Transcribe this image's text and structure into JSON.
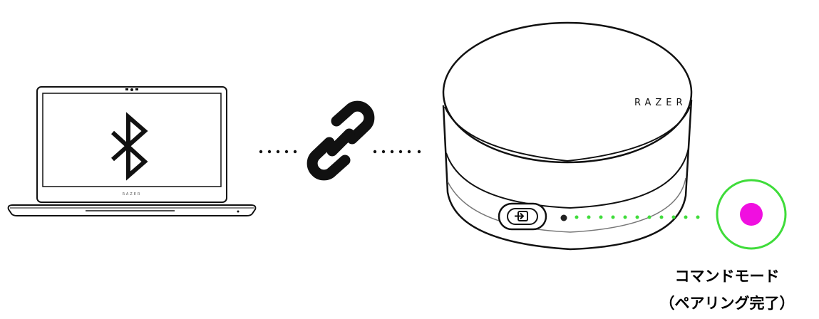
{
  "device": {
    "brand_text": "RAZER"
  },
  "laptop": {
    "bluetooth_symbol": "bluetooth-icon",
    "brand_text": "RAZER"
  },
  "link": {
    "icon": "chain-link-icon"
  },
  "status": {
    "mode_label": "コマンドモード",
    "state_label": "（ペアリング完了）",
    "led_color": "#f00fe0",
    "ring_color": "#3fdc3a",
    "dots_color": "#3fdc3a"
  }
}
